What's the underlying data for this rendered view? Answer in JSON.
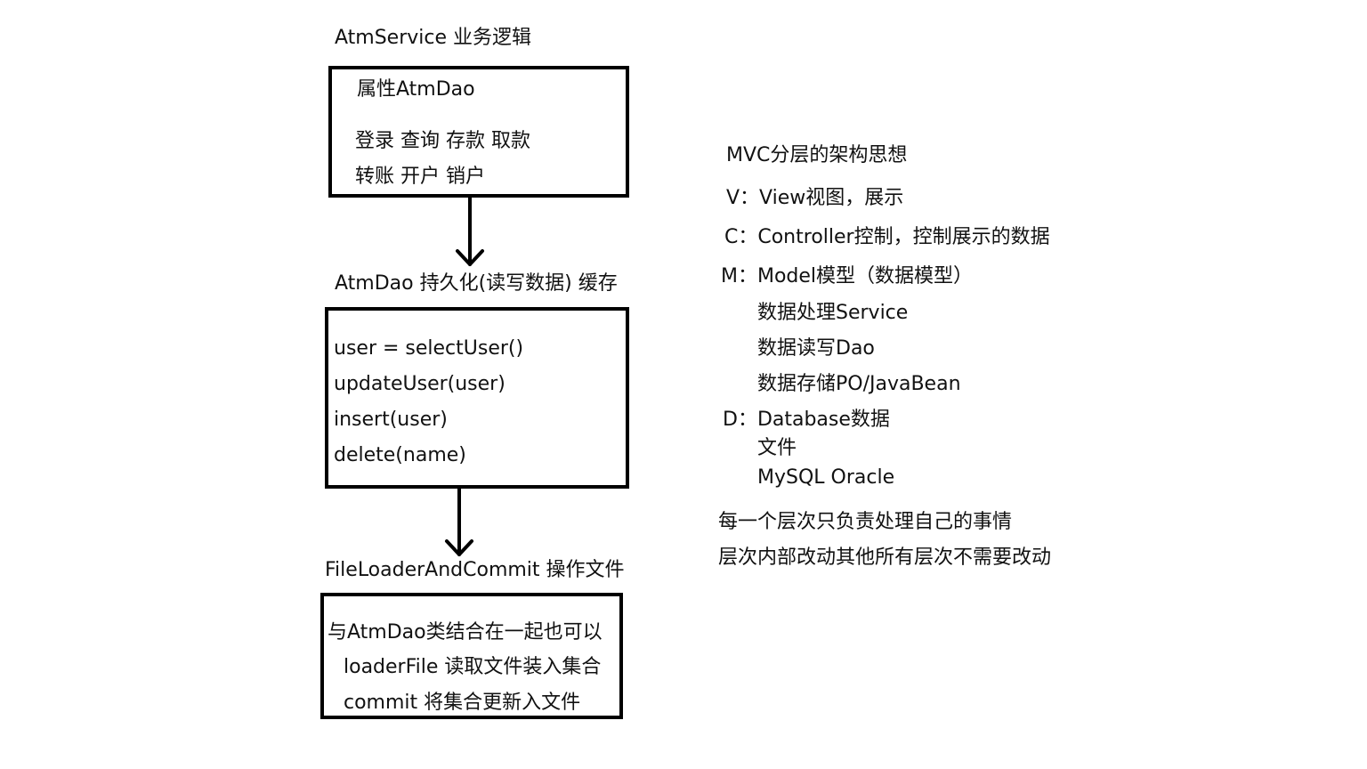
{
  "service": {
    "title": "AtmService 业务逻辑",
    "line1": "属性AtmDao",
    "line2": "登录 查询 存款 取款",
    "line3": "转账 开户 销户"
  },
  "dao": {
    "title": "AtmDao 持久化(读写数据) 缓存",
    "methods": [
      "user = selectUser()",
      "updateUser(user)",
      "insert(user)",
      "delete(name)"
    ]
  },
  "loader": {
    "title": "FileLoaderAndCommit 操作文件",
    "line1": "与AtmDao类结合在一起也可以",
    "line2": "loaderFile 读取文件装入集合",
    "line3": "commit 将集合更新入文件"
  },
  "mvc": {
    "heading": "MVC分层的架构思想",
    "v": "V：View视图，展示",
    "c": "C：Controller控制，控制展示的数据",
    "m": "M：Model模型（数据模型）",
    "m_items": [
      "数据处理Service",
      "数据读写Dao",
      "数据存储PO/JavaBean"
    ],
    "d": "D：Database数据",
    "d_items": [
      "文件",
      "MySQL Oracle"
    ],
    "note1": "每一个层次只负责处理自己的事情",
    "note2": "层次内部改动其他所有层次不需要改动"
  }
}
